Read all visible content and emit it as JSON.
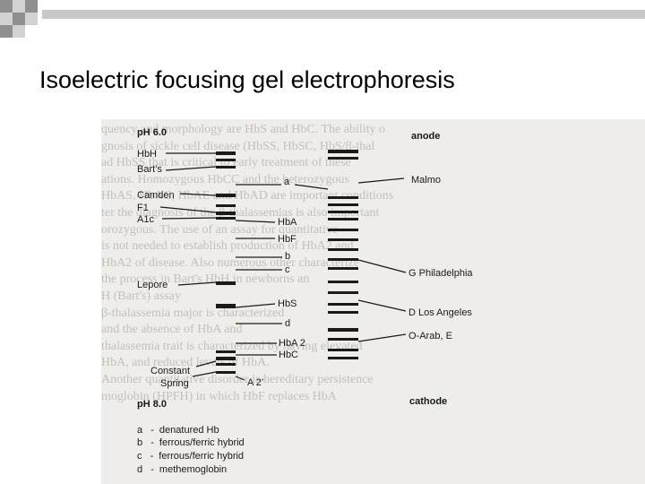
{
  "slide": {
    "title": "Isoelectric focusing gel electrophoresis"
  },
  "figure": {
    "top_left_label": "pH 6.0",
    "top_right_label": "anode",
    "bottom_left_label": "pH 8.0",
    "bottom_right_label": "cathode",
    "left_bands": [
      "HbH",
      "Bart’s",
      "Camden",
      "F1",
      "A1c",
      "Lepore",
      "Constant",
      "Spring"
    ],
    "center_bands": [
      "a",
      "HbA",
      "HbF",
      "b",
      "c",
      "HbS",
      "d",
      "HbA 2",
      "HbC",
      "A 2’"
    ],
    "right_bands": [
      "Malmo",
      "G Philadelphia",
      "D Los Angeles",
      "O-Arab, E"
    ],
    "legend": [
      {
        "key": "a",
        "sep": "-",
        "text": "denatured Hb"
      },
      {
        "key": "b",
        "sep": "-",
        "text": "ferrous/ferric hybrid"
      },
      {
        "key": "c",
        "sep": "-",
        "text": "ferrous/ferric hybrid"
      },
      {
        "key": "d",
        "sep": "-",
        "text": "methemoglobin"
      }
    ]
  },
  "background_text": [
    "quency and morphology are HbS and HbC. The ability o",
    "gnosis of sickle cell disease (HbSS, HbSC, HbS/β-thal",
    "ad HbSS that is critical to early treatment of these",
    "ations. Homozygous HbCC and the heterozygous",
    "HbAS, HbAC, HbAE and HbAD are important conditions",
    "ter the diagnosis of the β-thalassemias is also important",
    "orozygous. The use of an assay for quantitative",
    "is not needed to establish production of HbA2 and",
    "HbA2 of disease. Also numerous other characterize",
    "the process in Bart's HbH in newborns an",
    "H (Bart's) assay",
    "β-thalassemia major is characterized",
    "and the absence of HbA and",
    "thalassemia trait is characterized by having elevated",
    "HbA, and reduced levels of HbA.",
    "Another quantitative disorder is hereditary persistence",
    "moglobin (HPFH) in which HbF replaces HbA"
  ],
  "colors": {
    "slide_bg": "#ffffff",
    "scan_bg": "#efedea",
    "ink": "#1a1a1a",
    "accent_dark": "#8f8f8f",
    "accent_light": "#d2d2d2"
  }
}
